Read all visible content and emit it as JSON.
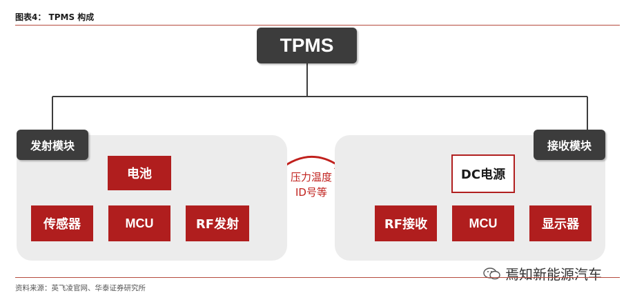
{
  "figure": {
    "title": "图表4：  TPMS 构成",
    "source": "资料来源：英飞凌官网、华泰证券研究所"
  },
  "root": {
    "label": "TPMS"
  },
  "left_module": {
    "tag": "发射模块",
    "top_item": "电池",
    "items": [
      "传感器",
      "MCU",
      "RF发射"
    ]
  },
  "right_module": {
    "tag": "接收模块",
    "top_item": "DC电源",
    "items": [
      "RF接收",
      "MCU",
      "显示器"
    ]
  },
  "signal": {
    "line1": "压力温度",
    "line2": "ID号等"
  },
  "watermark": {
    "text": "焉知新能源汽车"
  },
  "colors": {
    "accent_red": "#b01e1e",
    "dark_box": "#3c3c3c",
    "panel_bg": "#ececec",
    "rule": "#b5493c"
  }
}
